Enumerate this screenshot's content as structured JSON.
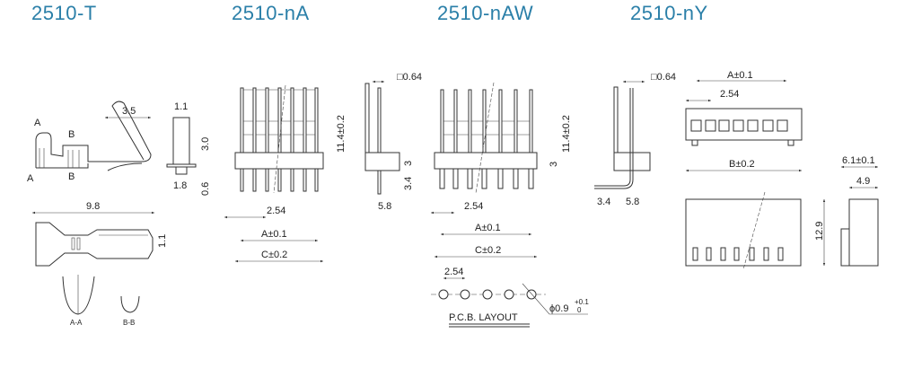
{
  "titles": [
    "2510-T",
    "2510-nA",
    "2510-nAW",
    "2510-nY"
  ],
  "colors": {
    "title": "#2a7fa8",
    "line": "#333333"
  },
  "terminal": {
    "section_a": "A",
    "section_b": "B",
    "dim_width": "3.5",
    "dim_thickness": "1.1",
    "dim_height": "3.0",
    "dim_base": "1.8",
    "dim_base_h": "0.6",
    "dim_length": "9.8",
    "dim_side": "1.1",
    "section_aa": "A-A",
    "section_bb": "B-B"
  },
  "header_na": {
    "pin_square": "□0.64",
    "height": "11.4±0.2",
    "body_h": "3",
    "tail": "3.4",
    "depth": "5.8",
    "pitch": "2.54",
    "a_dim": "A±0.1",
    "c_dim": "C±0.2"
  },
  "header_naw": {
    "pin_square": "□0.64",
    "height": "11.4±0.2",
    "body_h": "3",
    "tail": "3.4",
    "depth": "5.8",
    "pitch": "2.54",
    "a_dim": "A±0.1",
    "c_dim": "C±0.2"
  },
  "pcb_layout": {
    "pitch": "2.54",
    "hole": "ϕ0.9",
    "tol_plus": "+0.1",
    "tol_minus": "0",
    "label": "P.C.B. LAYOUT"
  },
  "housing_ny": {
    "a_dim": "A±0.1",
    "pitch": "2.54",
    "b_dim": "B±0.2",
    "width": "6.1±0.1",
    "inner": "4.9",
    "height": "12.9"
  }
}
